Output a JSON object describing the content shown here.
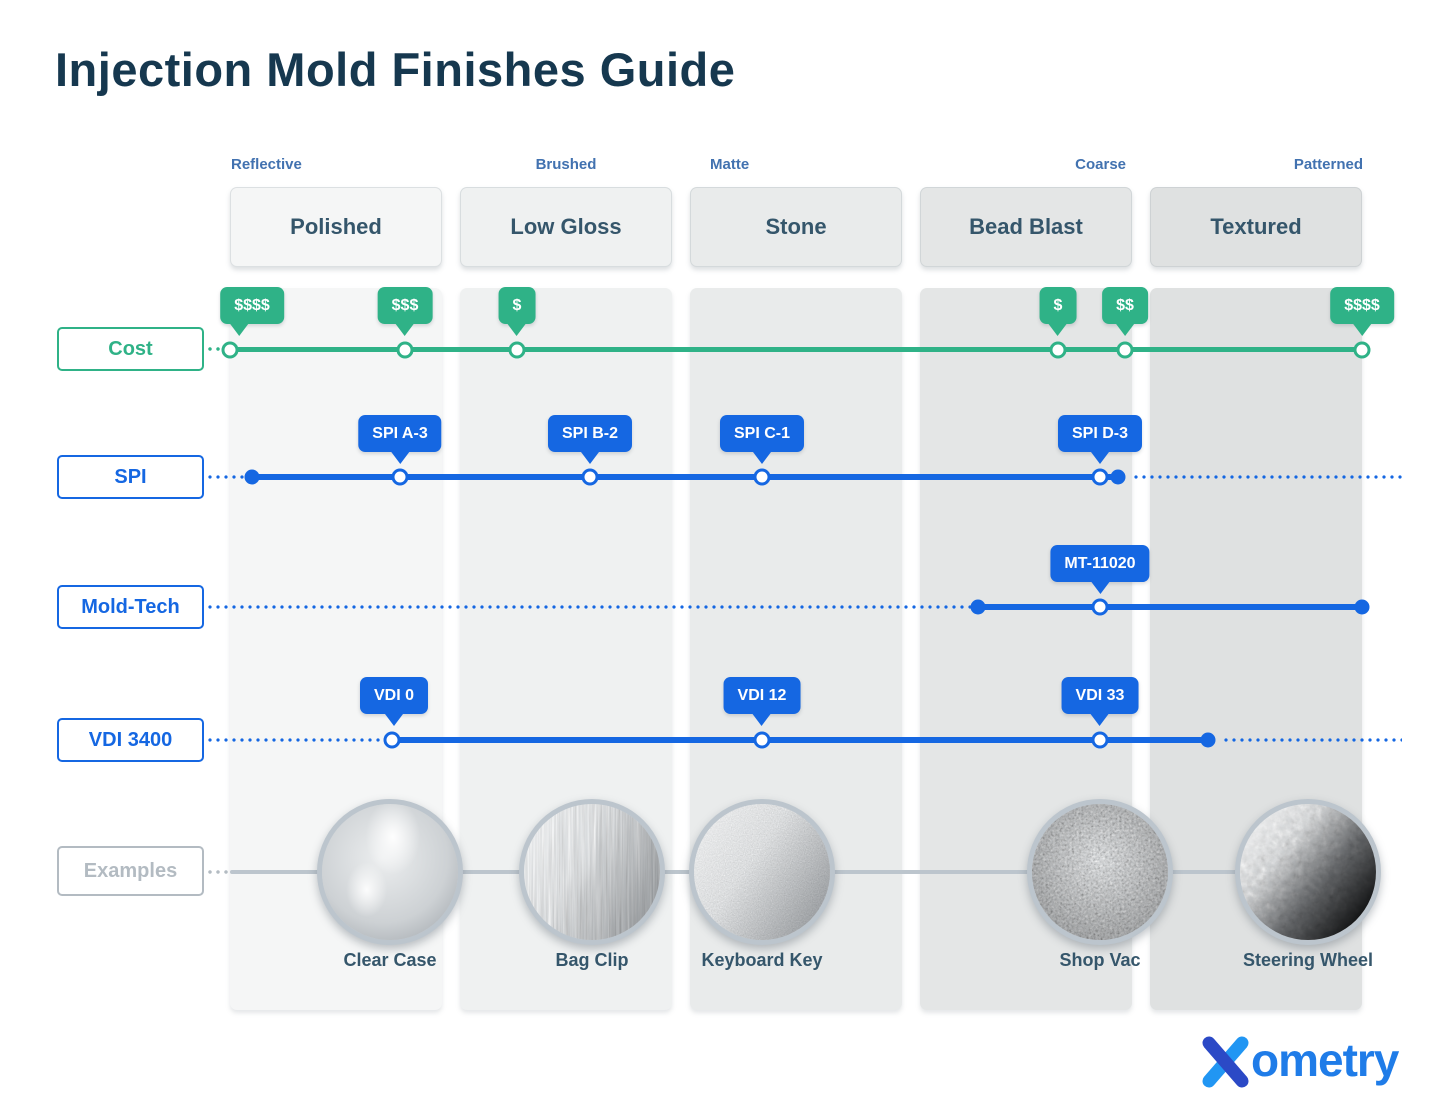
{
  "title": "Injection Mold Finishes Guide",
  "columns": [
    {
      "tag": "Reflective",
      "name": "Polished"
    },
    {
      "tag": "Brushed",
      "name": "Low Gloss"
    },
    {
      "tag": "Matte",
      "name": "Stone"
    },
    {
      "tag": "Coarse",
      "name": "Bead Blast"
    },
    {
      "tag": "Patterned",
      "name": "Textured"
    }
  ],
  "rows": {
    "cost": {
      "label": "Cost",
      "points": [
        {
          "value": "$$$$"
        },
        {
          "value": "$$$"
        },
        {
          "value": "$"
        },
        {
          "value": "$"
        },
        {
          "value": "$$"
        },
        {
          "value": "$$$$"
        }
      ]
    },
    "spi": {
      "label": "SPI",
      "points": [
        {
          "value": "SPI A-3"
        },
        {
          "value": "SPI B-2"
        },
        {
          "value": "SPI C-1"
        },
        {
          "value": "SPI D-3"
        }
      ]
    },
    "moldtech": {
      "label": "Mold-Tech",
      "points": [
        {
          "value": "MT-11020"
        }
      ]
    },
    "vdi": {
      "label": "VDI 3400",
      "points": [
        {
          "value": "VDI 0"
        },
        {
          "value": "VDI 12"
        },
        {
          "value": "VDI 33"
        }
      ]
    },
    "examples": {
      "label": "Examples",
      "items": [
        {
          "caption": "Clear Case"
        },
        {
          "caption": "Bag Clip"
        },
        {
          "caption": "Keyboard Key"
        },
        {
          "caption": "Shop Vac"
        },
        {
          "caption": "Steering Wheel"
        }
      ]
    }
  },
  "logo": {
    "brand": "Xometry",
    "wordmark_rest": "ometry"
  },
  "colors": {
    "green": "#2fb287",
    "blue": "#1567e2",
    "navy_title": "#16384f",
    "header_text": "#35566b",
    "micro_label": "#4272b0",
    "examples_gray": "#b3bbc2",
    "logo_light_blue": "#1f7ce8",
    "logo_dark_blue": "#2b49c6"
  }
}
